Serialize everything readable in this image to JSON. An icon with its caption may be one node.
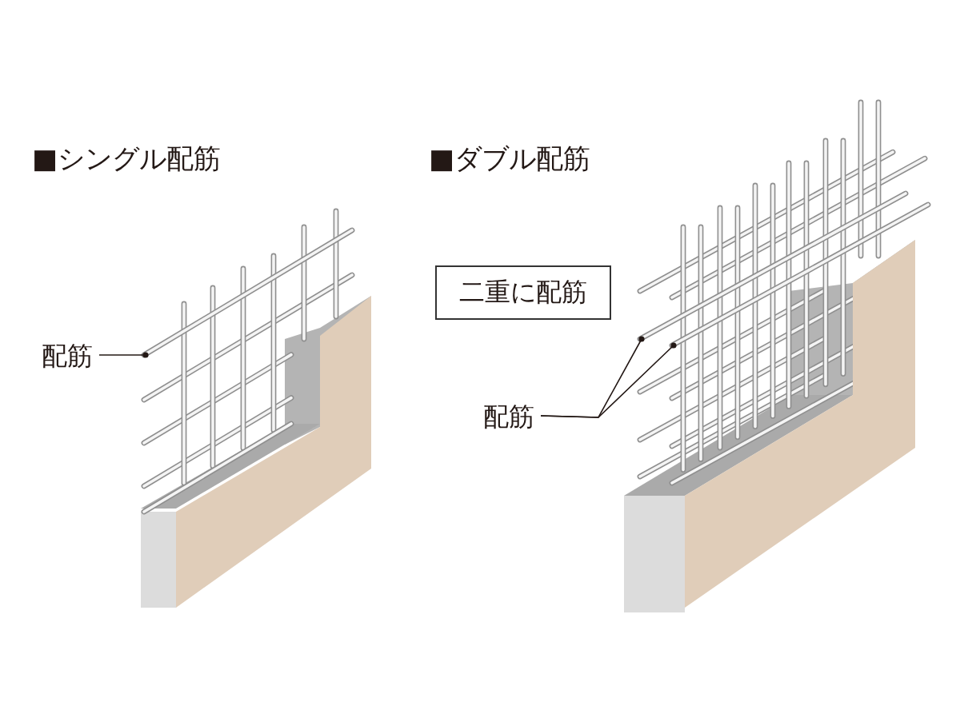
{
  "diagram": {
    "nodes": [
      {
        "text": [
          "配筋"
        ]
      },
      {
        "text": [
          "二重に配筋"
        ]
      },
      {
        "text": [
          "配筋"
        ]
      },
      {
        "text": [],
        "shape": "bar"
      },
      {
        "text": [],
        "shape": "bar"
      },
      {
        "text": [],
        "shape": "bar"
      }
    ],
    "edges": [
      {
        "from": 0,
        "to": 3,
        "arrow": "other"
      },
      {
        "from": 2,
        "to": 4,
        "arrow": "other"
      },
      {
        "from": 2,
        "to": 5,
        "arrow": "other"
      }
    ],
    "labels": [
      "■シングル配筋",
      "■ダブル配筋"
    ]
  }
}
